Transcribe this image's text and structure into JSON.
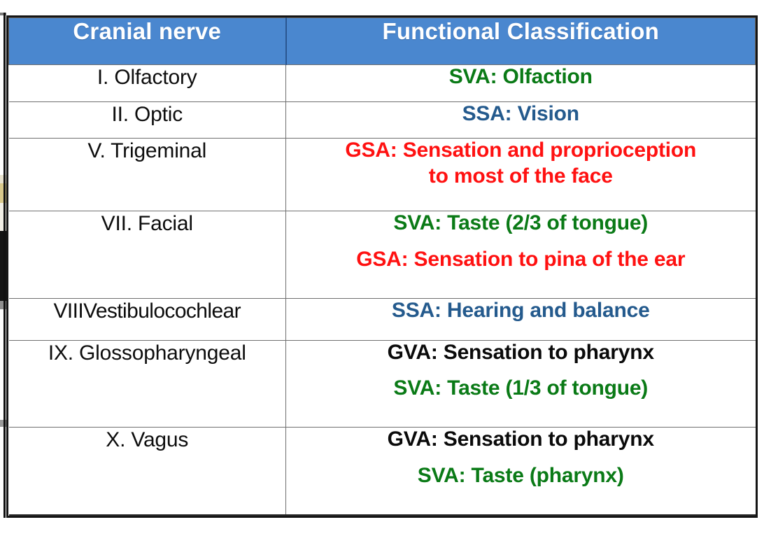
{
  "table": {
    "headers": {
      "nerve": "Cranial nerve",
      "classification": "Functional Classification"
    },
    "colors": {
      "header_background": "#4A87CF",
      "header_text": "#FFFFFF",
      "green": "#0A7A16",
      "blue": "#245A8D",
      "red": "#FF1111",
      "black": "#0A0A0A",
      "border": "#151515"
    },
    "rows": [
      {
        "nerve": "I. Olfactory",
        "lines": [
          {
            "text": "SVA: Olfaction",
            "color": "green"
          }
        ]
      },
      {
        "nerve": "II. Optic",
        "lines": [
          {
            "text": "SSA: Vision",
            "color": "blue"
          }
        ]
      },
      {
        "nerve": "V. Trigeminal",
        "lines": [
          {
            "text": "GSA: Sensation and proprioception",
            "color": "red"
          },
          {
            "text": "to most of the face",
            "color": "red"
          }
        ]
      },
      {
        "nerve": "VII. Facial",
        "lines": [
          {
            "text": "SVA: Taste (2/3 of tongue)",
            "color": "green"
          },
          {
            "text": "GSA: Sensation to pina of the ear",
            "color": "red"
          }
        ]
      },
      {
        "nerve": "VIIIVestibulocochlear",
        "lines": [
          {
            "text": "SSA: Hearing and balance",
            "color": "blue"
          }
        ]
      },
      {
        "nerve": "IX. Glossopharyngeal",
        "lines": [
          {
            "text": "GVA: Sensation to pharynx",
            "color": "black"
          },
          {
            "text": "SVA: Taste (1/3 of tongue)",
            "color": "green"
          }
        ]
      },
      {
        "nerve": "X. Vagus",
        "lines": [
          {
            "text": "GVA: Sensation to pharynx",
            "color": "black"
          },
          {
            "text": "SVA: Taste (pharynx)",
            "color": "green"
          }
        ]
      }
    ]
  }
}
